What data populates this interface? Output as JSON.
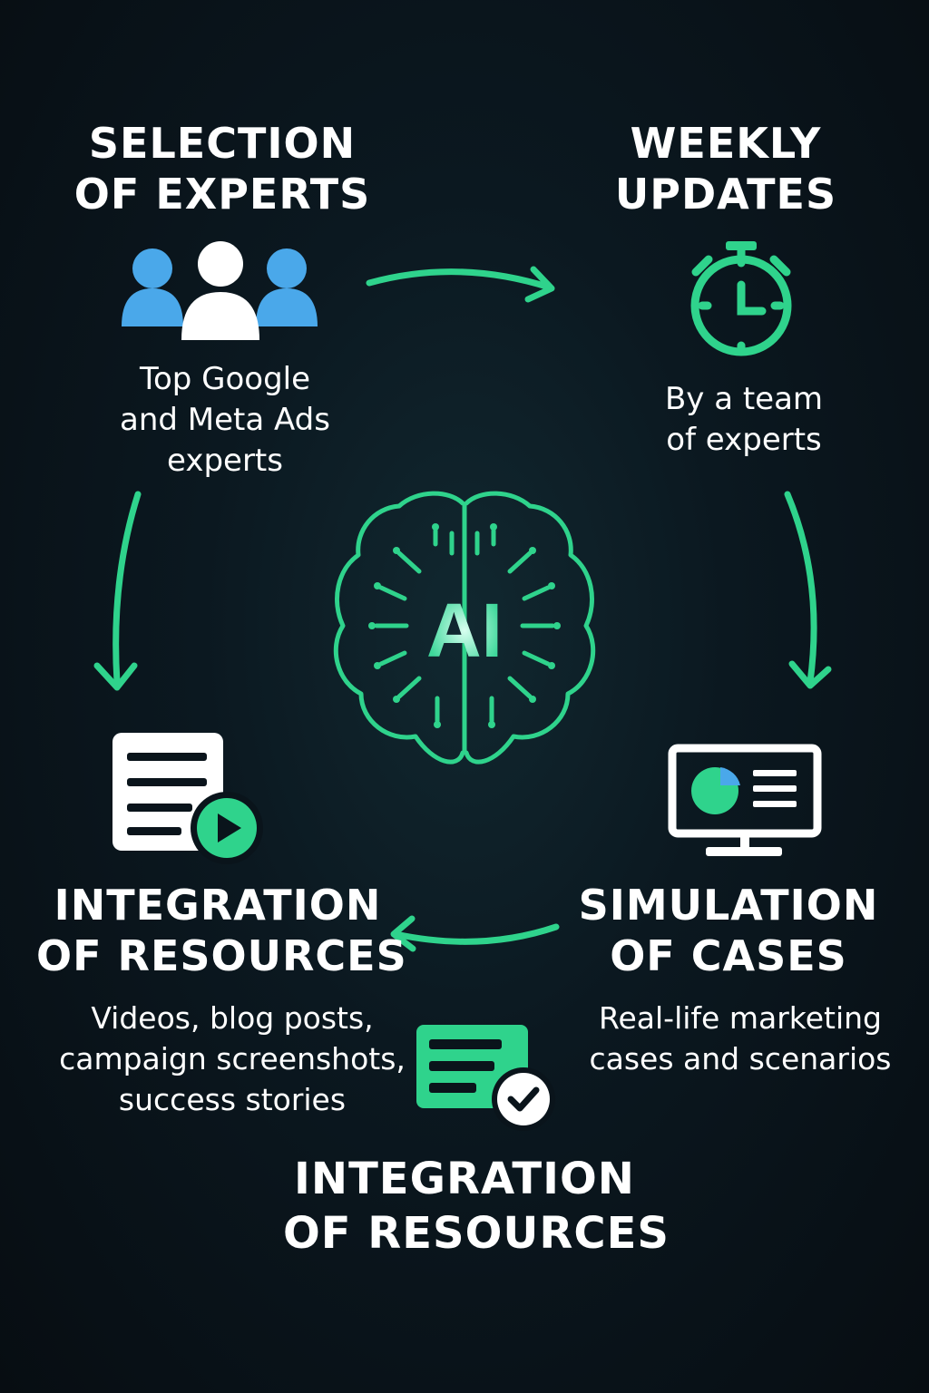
{
  "center": {
    "label": "AI"
  },
  "steps": {
    "selection": {
      "title_line1": "SELECTION",
      "title_line2": "OF EXPERTS",
      "desc_line1": "Top Google",
      "desc_line2": "and Meta Ads",
      "desc_line3": "experts",
      "icon": "people-group-icon"
    },
    "weekly": {
      "title_line1": "WEEKLY",
      "title_line2": "UPDATES",
      "desc_line1": "By a team",
      "desc_line2": "of experts",
      "icon": "stopwatch-icon"
    },
    "integration": {
      "title_line1": "INTEGRATION",
      "title_line2": "OF RESOURCES",
      "desc_line1": "Videos, blog posts,",
      "desc_line2": "campaign screenshots,",
      "desc_line3": "success stories",
      "icon": "document-video-icon"
    },
    "simulation": {
      "title_line1": "SIMULATION",
      "title_line2": "OF CASES",
      "desc_line1": "Real-life marketing",
      "desc_line2": "cases and scenarios",
      "icon": "monitor-chart-icon"
    },
    "bottom": {
      "title_line1": "INTEGRATION",
      "title_line2": "OF RESOURCES",
      "icon": "checklist-icon"
    }
  },
  "colors": {
    "accent": "#2fd38c",
    "blue": "#4aa8ea",
    "white": "#ffffff",
    "background": "#0a141b"
  }
}
